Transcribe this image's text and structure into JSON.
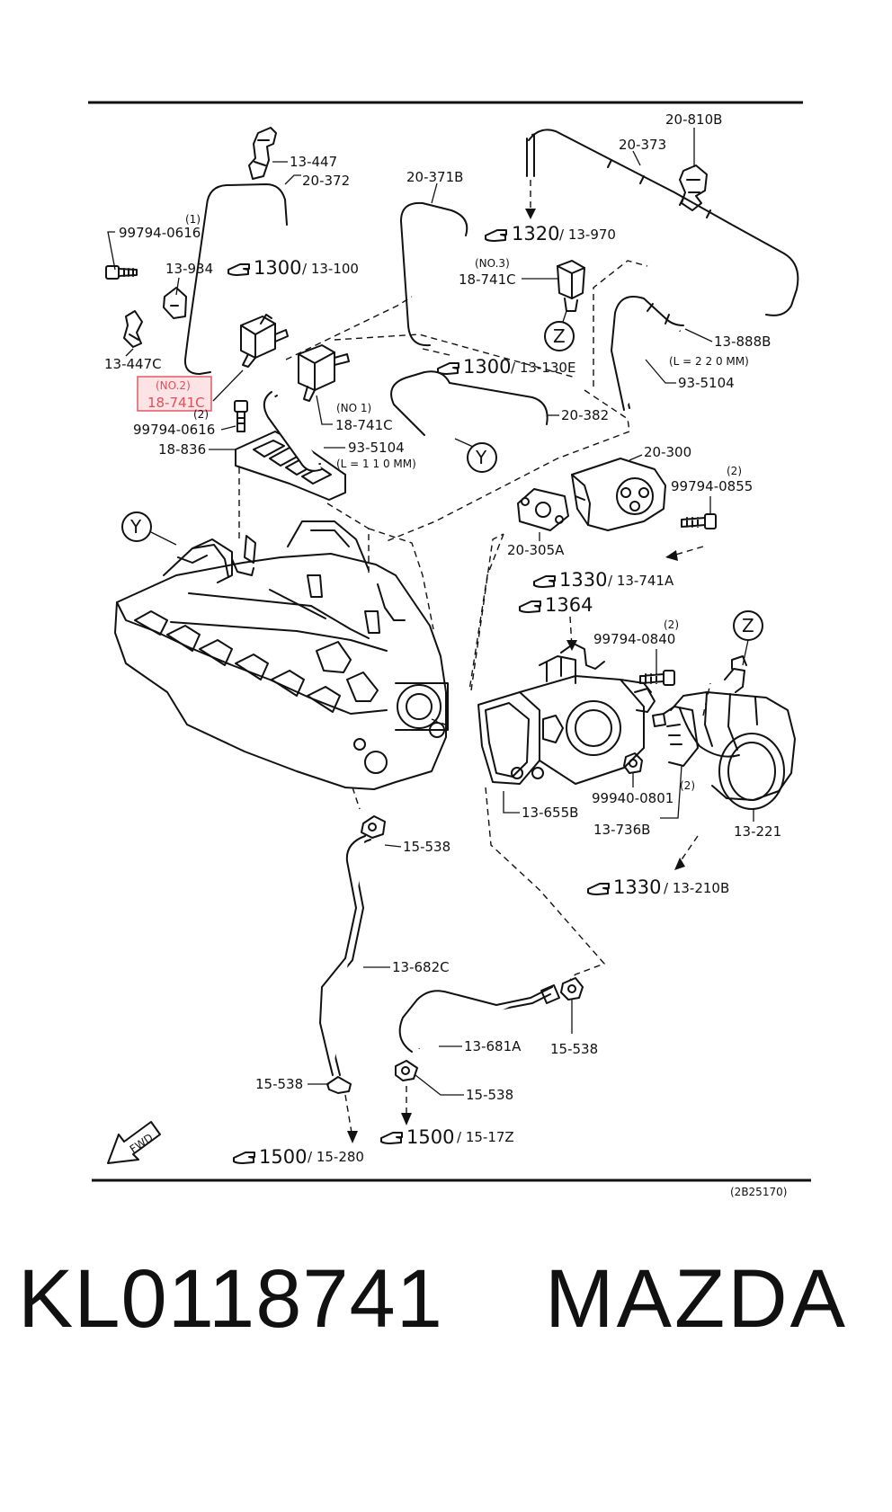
{
  "diagram_code": "(2B25170)",
  "fwd_label": "FWD",
  "footer": {
    "part_number": "KL0118741",
    "brand": "MAZDA"
  },
  "highlight_color": "#e0505a",
  "ref_circles": {
    "y_top": "Y",
    "y_left": "Y",
    "z_mid": "Z",
    "z_right": "Z"
  },
  "section_refs": [
    {
      "num": "1300",
      "sub": "/ 13-100"
    },
    {
      "num": "1320",
      "sub": "/ 13-970"
    },
    {
      "num": "1300",
      "sub": "/ 13-130E"
    },
    {
      "num": "1330",
      "sub": "/ 13-741A"
    },
    {
      "num": "1364",
      "sub": ""
    },
    {
      "num": "1330",
      "sub": "/ 13-210B"
    },
    {
      "num": "1500",
      "sub": "/ 15-17Z"
    },
    {
      "num": "1500",
      "sub": "/ 15-280"
    }
  ],
  "parts": {
    "p13_447": "13-447",
    "p20_372": "20-372",
    "p99794_0616_1_qty": "(1)",
    "p99794_0616_1": "99794-0616",
    "p13_934": "13-934",
    "p13_447c": "13-447C",
    "p18_741c_no2_qty": "(NO.2)",
    "p18_741c_no2": "18-741C",
    "p99794_0616_2_qty": "(2)",
    "p99794_0616_2": "99794-0616",
    "p18_836": "18-836",
    "p20_371b": "20-371B",
    "p18_741c_no1_qty": "(NO 1)",
    "p18_741c_no1": "18-741C",
    "p93_5104_a": "93-5104",
    "p93_5104_a_len": "(L = 1 1 0 MM)",
    "p20_382": "20-382",
    "p20_810b": "20-810B",
    "p20_373": "20-373",
    "p18_741c_no3_qty": "(NO.3)",
    "p18_741c_no3": "18-741C",
    "p13_888b": "13-888B",
    "p13_888b_len": "(L = 2 2 0 MM)",
    "p93_5104_b": "93-5104",
    "p20_300": "20-300",
    "p99794_0855_qty": "(2)",
    "p99794_0855": "99794-0855",
    "p20_305a": "20-305A",
    "p99794_0840_qty": "(2)",
    "p99794_0840": "99794-0840",
    "p99940_0801": "99940-0801",
    "p99940_0801_qty": "(2)",
    "p13_655b": "13-655B",
    "p13_736b": "13-736B",
    "p13_221": "13-221",
    "p15_538_a": "15-538",
    "p13_682c": "13-682C",
    "p13_681a": "13-681A",
    "p15_538_b": "15-538",
    "p15_538_c": "15-538",
    "p15_538_d": "15-538"
  }
}
